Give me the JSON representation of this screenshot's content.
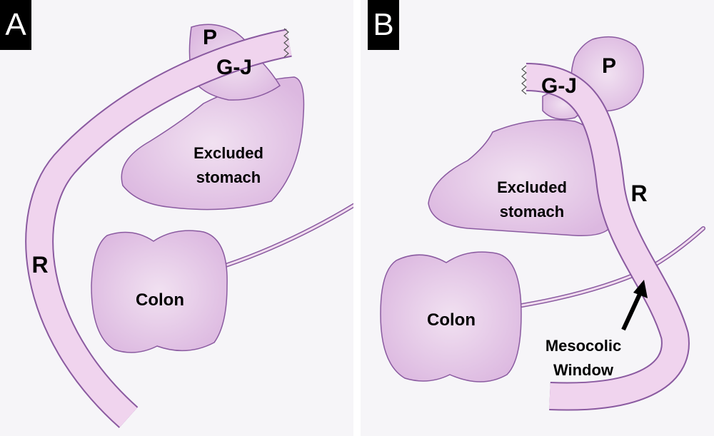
{
  "panels": [
    {
      "letter": "A",
      "labels": {
        "pouch": "P",
        "gastrojejunostomy": "G-J",
        "excluded_stomach_line1": "Excluded",
        "excluded_stomach_line2": "stomach",
        "roux_limb": "R",
        "colon": "Colon"
      }
    },
    {
      "letter": "B",
      "labels": {
        "pouch": "P",
        "gastrojejunostomy": "G-J",
        "excluded_stomach_line1": "Excluded",
        "excluded_stomach_line2": "stomach",
        "roux_limb": "R",
        "colon": "Colon",
        "mesocolic_window_line1": "Mesocolic",
        "mesocolic_window_line2": "Window"
      }
    }
  ],
  "colors": {
    "organ_fill": "#efd8ef",
    "organ_outline": "#8a5aa0",
    "limb_highlight": "#f3d6ee",
    "background": "#f6f5f8",
    "label_box": "#000000"
  }
}
